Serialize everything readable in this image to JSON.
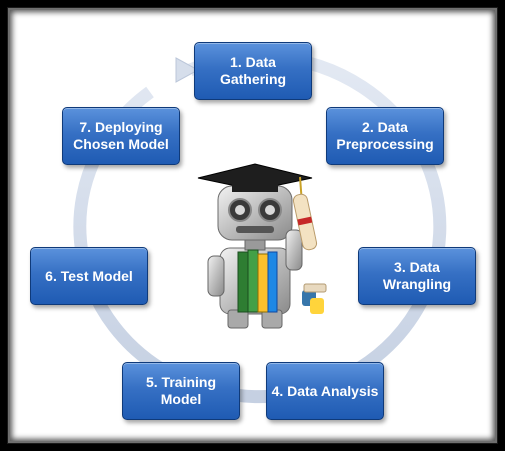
{
  "diagram": {
    "steps": [
      {
        "label": "1. Data Gathering"
      },
      {
        "label": "2. Data Preprocessing"
      },
      {
        "label": "3. Data Wrangling"
      },
      {
        "label": "4. Data Analysis"
      },
      {
        "label": "5. Training Model"
      },
      {
        "label": "6. Test Model"
      },
      {
        "label": "7. Deploying Chosen Model"
      }
    ]
  },
  "colors": {
    "box_fill": "#3670c4",
    "box_border": "#0f3a7a",
    "ring": "#d3dcea",
    "frame_bg": "#ffffff",
    "outer_bg": "#000000"
  },
  "icons": {
    "center": "robot-graduate-icon",
    "cycle": "cycle-arrow-icon",
    "python": "python-logo-icon"
  }
}
